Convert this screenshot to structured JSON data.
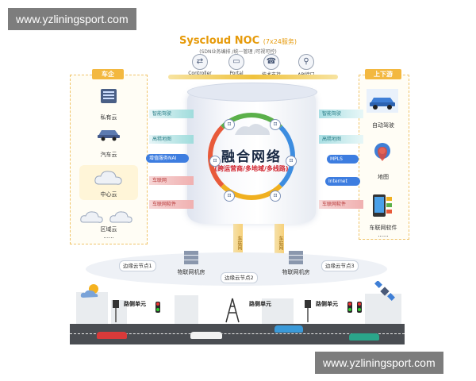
{
  "watermark_top": "www.yzliningsport.com",
  "watermark_bottom": "www.yzliningsport.com",
  "noc": {
    "title": "Syscloud NOC",
    "title_paren": "(7x24服务)",
    "subtitle": "(SDN业务编排 /统一管理 /可视可控)",
    "icons": [
      {
        "label": "Controller",
        "icon": "controller-icon",
        "glyph": "⇄"
      },
      {
        "label": "Portal",
        "icon": "portal-icon",
        "glyph": "▭"
      },
      {
        "label": "技术支持",
        "icon": "support-icon",
        "glyph": "☎"
      },
      {
        "label": "API接口",
        "icon": "api-icon",
        "glyph": "⚲"
      }
    ]
  },
  "left_panel": {
    "head": "车企",
    "items": [
      "私有云",
      "汽车云",
      "中心云",
      "区域云",
      "......"
    ]
  },
  "right_panel": {
    "head": "上下游",
    "items": [
      "自动驾驶",
      "地图",
      "车联网软件",
      "......"
    ]
  },
  "hub": {
    "title": "融合网络",
    "subtitle": "(跨运营商/多地域/多线路)"
  },
  "left_arrows": [
    "智能驾驶",
    "高精地图",
    "增值服务NAI",
    "车联网",
    "车联网软件"
  ],
  "right_arrows": [
    "智能驾驶",
    "高精地图",
    "MPLS",
    "Internet",
    "车联网软件"
  ],
  "pillars": [
    "车联网",
    "车联网"
  ],
  "edge": {
    "nodes": [
      "边缘云节点1",
      "边缘云节点2",
      "边缘云节点3"
    ],
    "rooms": [
      "物联网机房",
      "物联网机房"
    ]
  },
  "road": {
    "roadside_units": [
      "路侧单元",
      "路侧单元",
      "路侧单元"
    ]
  },
  "colors": {
    "accent": "#f3b840",
    "noc_title": "#e69a0a",
    "hub_sub": "#d0202a",
    "arrow_teal": "#9fdcdc"
  }
}
